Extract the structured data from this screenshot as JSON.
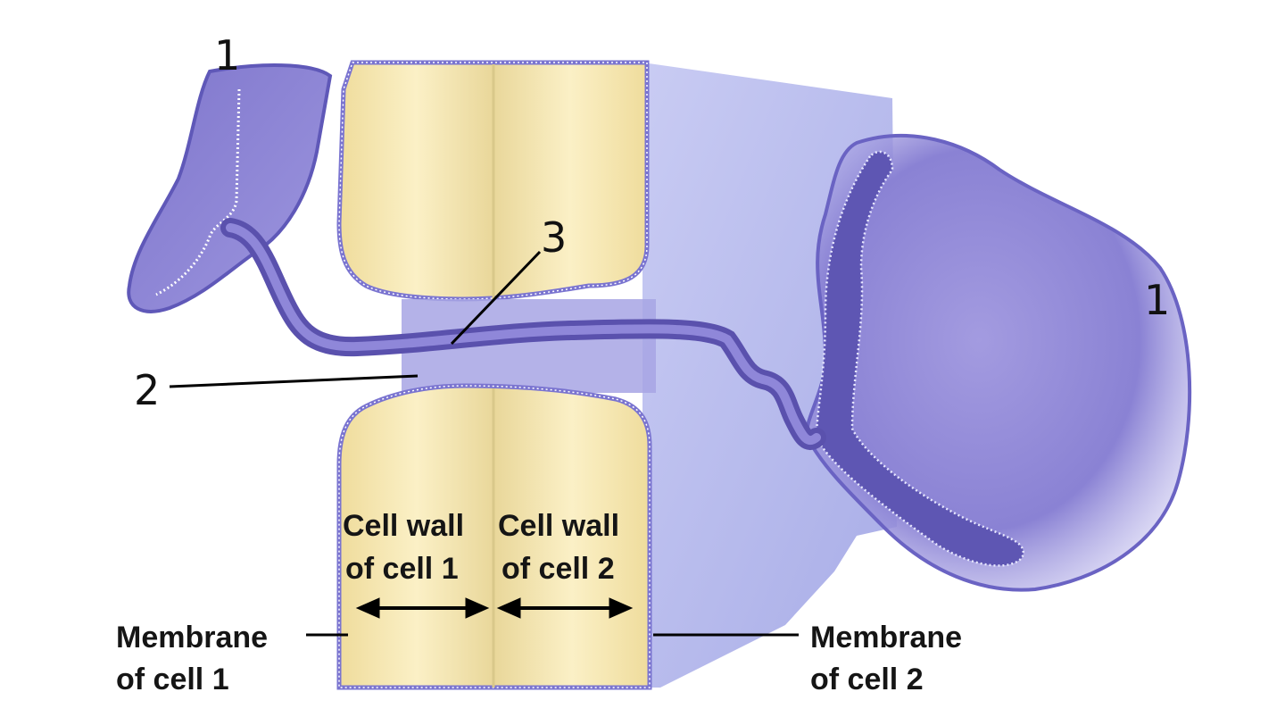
{
  "labels": {
    "num_1_top_left": "1",
    "num_1_right": "1",
    "num_2": "2",
    "num_3": "3",
    "wall_cell1_line1": "Cell wall",
    "wall_cell1_line2": "of cell 1",
    "wall_cell2_line1": "Cell wall",
    "wall_cell2_line2": "of cell 2",
    "membrane1_line1": "Membrane",
    "membrane1_line2": "of cell 1",
    "membrane2_line1": "Membrane",
    "membrane2_line2": "of cell 2"
  },
  "colors": {
    "cell_wall": "#f5e7b4",
    "membrane": "#6e67c8",
    "cytoplasm": "#8e86d8",
    "er_tube": "#6f63c0",
    "background_cell": "#b4b7ec"
  }
}
